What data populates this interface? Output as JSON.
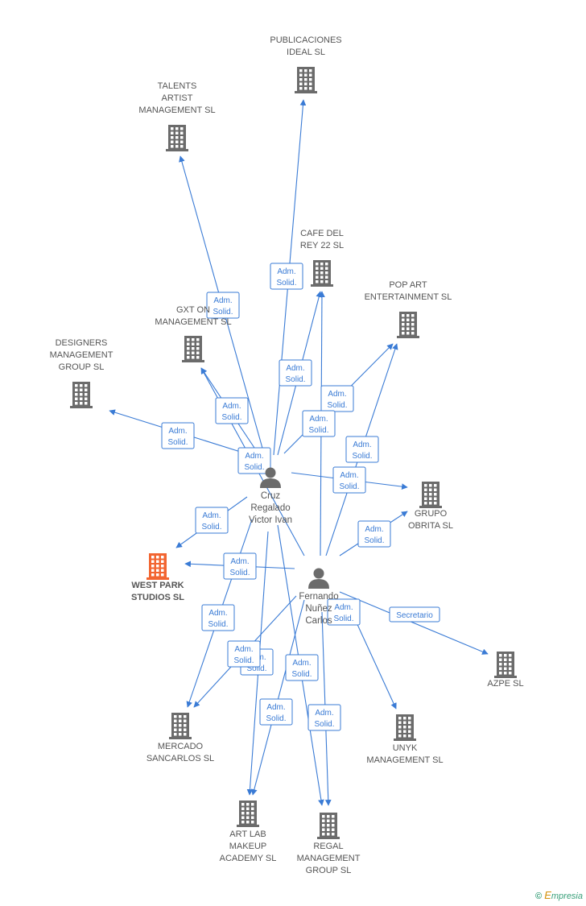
{
  "nodes": [
    {
      "id": "cruz",
      "type": "person",
      "label": [
        "Cruz",
        "Regalado",
        "Victor Ivan"
      ]
    },
    {
      "id": "fernando",
      "type": "person",
      "label": [
        "Fernando",
        "Nuñez",
        "Carlos"
      ]
    },
    {
      "id": "publicaciones",
      "type": "company",
      "label": [
        "PUBLICACIONES",
        "IDEAL SL"
      ]
    },
    {
      "id": "talents",
      "type": "company",
      "label": [
        "TALENTS",
        "ARTIST",
        "MANAGEMENT SL"
      ]
    },
    {
      "id": "cafe",
      "type": "company",
      "label": [
        "CAFE DEL",
        "REY 22 SL"
      ]
    },
    {
      "id": "popart",
      "type": "company",
      "label": [
        "POP ART",
        "ENTERTAINMENT SL"
      ]
    },
    {
      "id": "gxt",
      "type": "company",
      "label": [
        "GXT ON",
        "MANAGEMENT SL"
      ]
    },
    {
      "id": "designers",
      "type": "company",
      "label": [
        "DESIGNERS",
        "MANAGEMENT",
        "GROUP SL"
      ]
    },
    {
      "id": "grupo",
      "type": "company",
      "label": [
        "GRUPO",
        "OBRITA SL"
      ]
    },
    {
      "id": "westpark",
      "type": "company",
      "highlight": true,
      "label": [
        "WEST PARK",
        "STUDIOS SL"
      ]
    },
    {
      "id": "azpe",
      "type": "company",
      "label": [
        "AZPE SL"
      ]
    },
    {
      "id": "mercado",
      "type": "company",
      "label": [
        "MERCADO",
        "SANCARLOS SL"
      ]
    },
    {
      "id": "unyk",
      "type": "company",
      "label": [
        "UNYK",
        "MANAGEMENT SL"
      ]
    },
    {
      "id": "artlab",
      "type": "company",
      "label": [
        "ART LAB",
        "MAKEUP",
        "ACADEMY SL"
      ]
    },
    {
      "id": "regal",
      "type": "company",
      "label": [
        "REGAL",
        "MANAGEMENT",
        "GROUP SL"
      ]
    }
  ],
  "edges": [
    {
      "from": "cruz",
      "to": "talents",
      "label": [
        "Adm.",
        "Solid."
      ]
    },
    {
      "from": "cruz",
      "to": "publicaciones",
      "label": [
        "Adm.",
        "Solid."
      ]
    },
    {
      "from": "cruz",
      "to": "cafe",
      "label": [
        "Adm.",
        "Solid."
      ]
    },
    {
      "from": "cruz",
      "to": "popart",
      "label": [
        "Adm.",
        "Solid."
      ]
    },
    {
      "from": "cruz",
      "to": "gxt",
      "label": [
        "Adm.",
        "Solid."
      ]
    },
    {
      "from": "cruz",
      "to": "designers",
      "label": [
        "Adm.",
        "Solid."
      ]
    },
    {
      "from": "cruz",
      "to": "grupo",
      "label": [
        "Adm.",
        "Solid."
      ]
    },
    {
      "from": "cruz",
      "to": "westpark",
      "label": [
        "Adm.",
        "Solid."
      ]
    },
    {
      "from": "cruz",
      "to": "mercado",
      "label": [
        "Adm.",
        "Solid."
      ]
    },
    {
      "from": "cruz",
      "to": "artlab",
      "label": [
        "Adm.",
        "Solid."
      ]
    },
    {
      "from": "cruz",
      "to": "regal",
      "label": [
        "Adm.",
        "Solid."
      ]
    },
    {
      "from": "fernando",
      "to": "cafe",
      "label": [
        "Adm.",
        "Solid."
      ]
    },
    {
      "from": "fernando",
      "to": "gxt",
      "label": [
        "Adm.",
        "Solid."
      ]
    },
    {
      "from": "fernando",
      "to": "popart",
      "label": [
        "Adm.",
        "Solid."
      ]
    },
    {
      "from": "fernando",
      "to": "grupo",
      "label": [
        "Adm.",
        "Solid."
      ]
    },
    {
      "from": "fernando",
      "to": "westpark",
      "label": [
        "Adm.",
        "Solid."
      ]
    },
    {
      "from": "fernando",
      "to": "azpe",
      "label": [
        "Secretario"
      ]
    },
    {
      "from": "fernando",
      "to": "mercado",
      "label": [
        "Adm.",
        "Solid."
      ]
    },
    {
      "from": "fernando",
      "to": "unyk",
      "label": [
        "Adm.",
        "Solid."
      ]
    },
    {
      "from": "fernando",
      "to": "artlab",
      "label": [
        "Adm.",
        "Solid."
      ]
    },
    {
      "from": "fernando",
      "to": "regal",
      "label": [
        "Adm.",
        "Solid."
      ]
    }
  ],
  "footer": {
    "copyright": "©",
    "brand_initial": "E",
    "brand_rest": "mpresia"
  },
  "colors": {
    "edge": "#3a7bd5",
    "company_icon": "#6b6b6b",
    "highlight_icon": "#f26531",
    "person_icon": "#6b6b6b",
    "label_text": "#555555"
  }
}
